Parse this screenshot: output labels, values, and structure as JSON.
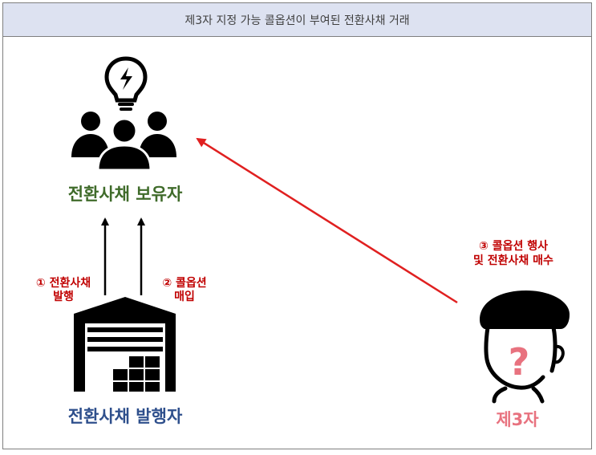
{
  "title": "제3자 지정 가능 콜옵션이 부여된 전환사채 거래",
  "nodes": {
    "holder": {
      "label": "전환사채 보유자",
      "color": "#3f6b2a"
    },
    "issuer": {
      "label": "전환사채 발행자",
      "color": "#2e4f8c"
    },
    "third_party": {
      "label": "제3자",
      "color": "#e8727f"
    }
  },
  "edges": {
    "issue": {
      "line1": "① 전환사채",
      "line2": "발행",
      "color": "#c00000"
    },
    "buy_call": {
      "line1": "② 콜옵션",
      "line2": "매입",
      "color": "#c00000"
    },
    "exercise": {
      "line1": "③ 콜옵션 행사",
      "line2": "및 전환사채 매수",
      "color": "#c00000"
    }
  },
  "icons": {
    "bulb": "lightbulb-icon",
    "people": "people-group-icon",
    "warehouse": "warehouse-icon",
    "person": "person-question-icon"
  },
  "question_mark": "?"
}
